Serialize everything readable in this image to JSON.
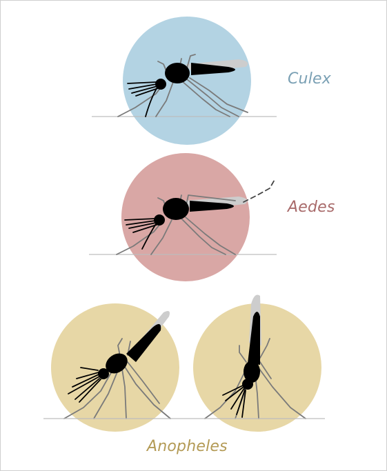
{
  "labels": {
    "culex": "Culex",
    "aedes": "Aedes",
    "anopheles": "Anopheles"
  },
  "colors": {
    "culex_circle": "#b3d3e3",
    "culex_text": "#7aa0b4",
    "aedes_circle": "#d9a7a5",
    "aedes_text": "#a86a6a",
    "anopheles_circle": "#e7d7a6",
    "anopheles_text": "#b39a55",
    "body": "#000000",
    "legs": "#7a7a7a",
    "wing": "#cdcdcd",
    "ground_line": "#bdbdbd"
  },
  "icons": {
    "culex": "mosquito-silhouette",
    "aedes": "mosquito-silhouette",
    "anopheles_left": "mosquito-silhouette",
    "anopheles_right": "mosquito-silhouette"
  }
}
